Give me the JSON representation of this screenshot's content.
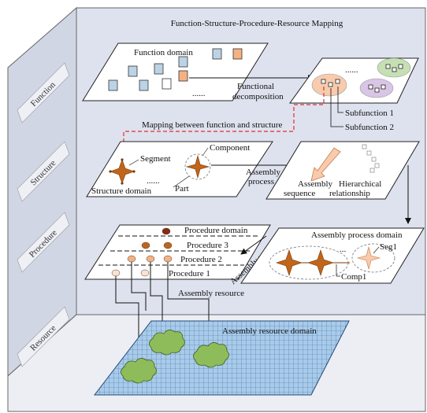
{
  "title": "Function-Structure-Procedure-Resource Mapping",
  "layers": {
    "function": "Function",
    "structure": "Structure",
    "procedure": "Procedure",
    "resource": "Resource"
  },
  "labels": {
    "function_domain": "Function domain",
    "function_dots": "......",
    "function_dots_right": "......",
    "functional": "Functional",
    "decomposition": "decomposition",
    "subfunction_1": "Subfunction 1",
    "subfunction_2": "Subfunction 2",
    "mapping_fs": "Mapping between function and structure",
    "component": "Component",
    "segment": "Segment",
    "structure_dots": "......",
    "structure_domain": "Structure domain",
    "part": "Part",
    "assembly": "Assembly",
    "process": "process",
    "assembly_sequence_1": "Assembly",
    "assembly_sequence_2": "sequence",
    "hierarchical_1": "Hierarchical",
    "hierarchical_2": "relationship",
    "procedure_domain": "Procedure domain",
    "procedure_3": "Procedure 3",
    "procedure_2": "Procedure 2",
    "procedure_1": "Procedure 1",
    "assembly_procedure": "Assembly procedure",
    "assembly_process_domain": "Assembly process domain",
    "seg1": "Seg1",
    "proc_dots": "...",
    "comp1": "Comp1",
    "assembly_resource": "Assembly resource",
    "assembly_resource_domain": "Assembly resource domain"
  },
  "colors": {
    "doc_blue": "#bcd3e6",
    "doc_orange": "#f4b183",
    "orange_ellipse": "#f8cbad",
    "green_ellipse": "#c5e0b3",
    "purple_ellipse": "#d9c5e6",
    "star_fill": "#c0651b",
    "cloud_fill": "#8fbc5a",
    "grid_fill": "#9fc5e8",
    "mapping_line": "#e03030",
    "wall": "#dfe3ee"
  }
}
